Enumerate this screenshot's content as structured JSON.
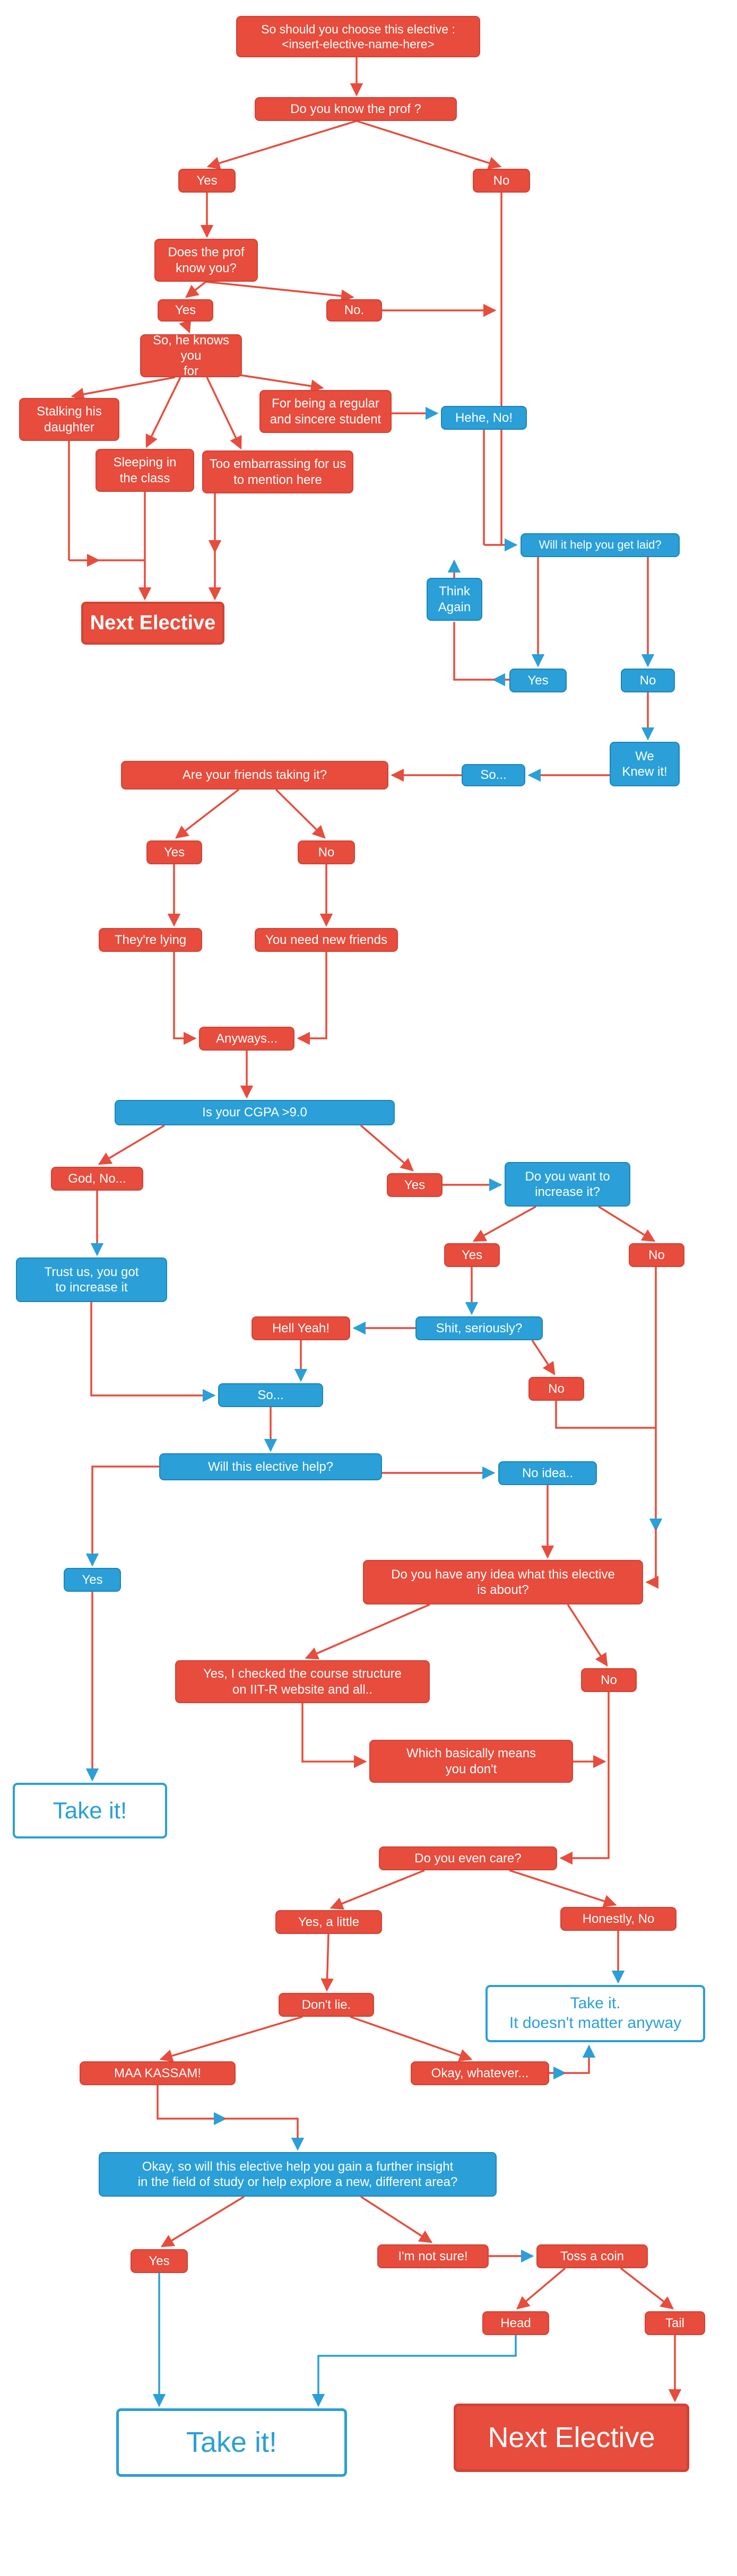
{
  "palette": {
    "red": "#e74c3c",
    "red_border": "#cf4436",
    "blue": "#2a9fd8",
    "blue_border": "#1d86b8",
    "background": "#ffffff"
  },
  "nodes": {
    "title": "So should you choose this elective :\n<insert-elective-name-here>",
    "know_prof": "Do you know the prof ?",
    "know_prof_yes": "Yes",
    "know_prof_no": "No",
    "prof_know_you": "Does the prof\nknow you?",
    "prof_knows_yes": "Yes",
    "prof_knows_no": "No.",
    "knows_you_for": "So, he knows you\nfor",
    "stalking": "Stalking his\ndaughter",
    "regular_student": "For being a regular\nand sincere student",
    "sleeping": "Sleeping in\nthe class",
    "embarrassing": "Too embarrassing for us\nto mention here",
    "hehe_no": "Hehe, No!",
    "next_elective_top": "Next Elective",
    "get_laid": "Will it help you get laid?",
    "think_again": "Think\nAgain",
    "laid_yes": "Yes",
    "laid_no": "No",
    "we_knew_it": "We\nKnew it!",
    "so_1": "So...",
    "friends_taking": "Are your friends taking it?",
    "friends_yes": "Yes",
    "friends_no": "No",
    "theyre_lying": "They're lying",
    "new_friends": "You need new friends",
    "anyways": "Anyways...",
    "cgpa": "Is your CGPA >9.0",
    "god_no": "God, No...",
    "cgpa_yes": "Yes",
    "want_increase": "Do you want to\nincrease it?",
    "trust_us": "Trust us, you got\nto increase it",
    "increase_yes": "Yes",
    "increase_no": "No",
    "hell_yeah": "Hell Yeah!",
    "shit_seriously": "Shit, seriously?",
    "shit_no": "No",
    "so_2": "So...",
    "elective_help": "Will this elective help?",
    "no_idea": "No idea..",
    "help_yes": "Yes",
    "any_idea": "Do you have any idea what this elective\nis about?",
    "checked_structure": "Yes, I checked the course structure\non IIT-R website and all..",
    "about_no": "No",
    "basically_dont": "Which basically means\nyou don't",
    "take_it_mid": "Take it!",
    "even_care": "Do you even care?",
    "care_yes": "Yes, a little",
    "care_no": "Honestly, No",
    "dont_lie": "Don't lie.",
    "take_it_matter": "Take it.\nIt doesn't matter anyway",
    "maa_kassam": "MAA KASSAM!",
    "okay_whatever": "Okay, whatever...",
    "big_question": "Okay, so will this elective help you gain a further insight\nin the field of study or help explore a new, different area?",
    "final_yes": "Yes",
    "not_sure": "I'm not sure!",
    "toss_coin": "Toss a coin",
    "head": "Head",
    "tail": "Tail",
    "take_it_final": "Take it!",
    "next_elective_final": "Next Elective"
  },
  "edges": [
    [
      "title",
      "know_prof"
    ],
    [
      "know_prof",
      "know_prof_yes"
    ],
    [
      "know_prof",
      "know_prof_no"
    ],
    [
      "know_prof_yes",
      "prof_know_you"
    ],
    [
      "prof_know_you",
      "prof_knows_yes"
    ],
    [
      "prof_know_you",
      "prof_knows_no"
    ],
    [
      "prof_knows_yes",
      "knows_you_for"
    ],
    [
      "knows_you_for",
      "stalking"
    ],
    [
      "knows_you_for",
      "regular_student"
    ],
    [
      "knows_you_for",
      "sleeping"
    ],
    [
      "knows_you_for",
      "embarrassing"
    ],
    [
      "stalking",
      "next_elective_top"
    ],
    [
      "sleeping",
      "next_elective_top"
    ],
    [
      "embarrassing",
      "next_elective_top"
    ],
    [
      "regular_student",
      "hehe_no"
    ],
    [
      "hehe_no",
      "get_laid"
    ],
    [
      "know_prof_no",
      "get_laid"
    ],
    [
      "prof_knows_no",
      "get_laid"
    ],
    [
      "get_laid",
      "laid_yes"
    ],
    [
      "get_laid",
      "laid_no"
    ],
    [
      "laid_yes",
      "think_again"
    ],
    [
      "think_again",
      "get_laid"
    ],
    [
      "laid_no",
      "we_knew_it"
    ],
    [
      "we_knew_it",
      "so_1"
    ],
    [
      "so_1",
      "friends_taking"
    ],
    [
      "friends_taking",
      "friends_yes"
    ],
    [
      "friends_taking",
      "friends_no"
    ],
    [
      "friends_yes",
      "theyre_lying"
    ],
    [
      "friends_no",
      "new_friends"
    ],
    [
      "theyre_lying",
      "anyways"
    ],
    [
      "new_friends",
      "anyways"
    ],
    [
      "anyways",
      "cgpa"
    ],
    [
      "cgpa",
      "god_no"
    ],
    [
      "cgpa",
      "cgpa_yes"
    ],
    [
      "cgpa_yes",
      "want_increase"
    ],
    [
      "god_no",
      "trust_us"
    ],
    [
      "want_increase",
      "increase_yes"
    ],
    [
      "want_increase",
      "increase_no"
    ],
    [
      "increase_yes",
      "shit_seriously"
    ],
    [
      "shit_seriously",
      "hell_yeah"
    ],
    [
      "shit_seriously",
      "shit_no"
    ],
    [
      "hell_yeah",
      "so_2"
    ],
    [
      "trust_us",
      "so_2"
    ],
    [
      "so_2",
      "elective_help"
    ],
    [
      "elective_help",
      "help_yes"
    ],
    [
      "elective_help",
      "no_idea"
    ],
    [
      "help_yes",
      "take_it_mid"
    ],
    [
      "shit_no",
      "any_idea"
    ],
    [
      "increase_no",
      "any_idea"
    ],
    [
      "no_idea",
      "any_idea"
    ],
    [
      "any_idea",
      "checked_structure"
    ],
    [
      "any_idea",
      "about_no"
    ],
    [
      "checked_structure",
      "basically_dont"
    ],
    [
      "basically_dont",
      "even_care"
    ],
    [
      "about_no",
      "even_care"
    ],
    [
      "even_care",
      "care_yes"
    ],
    [
      "even_care",
      "care_no"
    ],
    [
      "care_no",
      "take_it_matter"
    ],
    [
      "care_yes",
      "dont_lie"
    ],
    [
      "dont_lie",
      "maa_kassam"
    ],
    [
      "dont_lie",
      "okay_whatever"
    ],
    [
      "okay_whatever",
      "take_it_matter"
    ],
    [
      "maa_kassam",
      "big_question"
    ],
    [
      "big_question",
      "final_yes"
    ],
    [
      "big_question",
      "not_sure"
    ],
    [
      "final_yes",
      "take_it_final"
    ],
    [
      "not_sure",
      "toss_coin"
    ],
    [
      "toss_coin",
      "head"
    ],
    [
      "toss_coin",
      "tail"
    ],
    [
      "head",
      "take_it_final"
    ],
    [
      "tail",
      "next_elective_final"
    ]
  ]
}
